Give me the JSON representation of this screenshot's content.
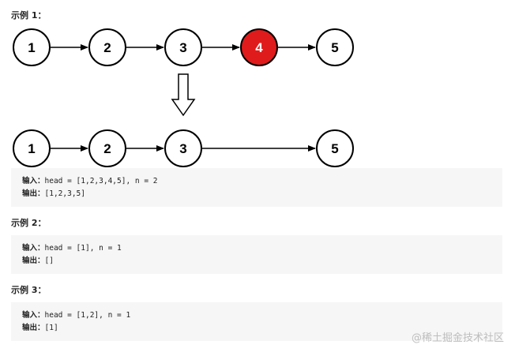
{
  "examples": [
    {
      "title": "示例 1：",
      "input_label": "输入：",
      "input_value": "head = [1,2,3,4,5], n = 2",
      "output_label": "输出：",
      "output_value": "[1,2,3,5]"
    },
    {
      "title": "示例 2：",
      "input_label": "输入：",
      "input_value": "head = [1], n = 1",
      "output_label": "输出：",
      "output_value": "[]"
    },
    {
      "title": "示例 3：",
      "input_label": "输入：",
      "input_value": "head = [1,2], n = 1",
      "output_label": "输出：",
      "output_value": "[1]"
    }
  ],
  "diagram": {
    "before_nodes": [
      "1",
      "2",
      "3",
      "4",
      "5"
    ],
    "removed_node": "4",
    "after_nodes": [
      "1",
      "2",
      "3",
      "5"
    ],
    "highlight_color": "#e01b1b",
    "node_color": "#ffffff"
  },
  "watermark": "@稀土掘金技术社区"
}
